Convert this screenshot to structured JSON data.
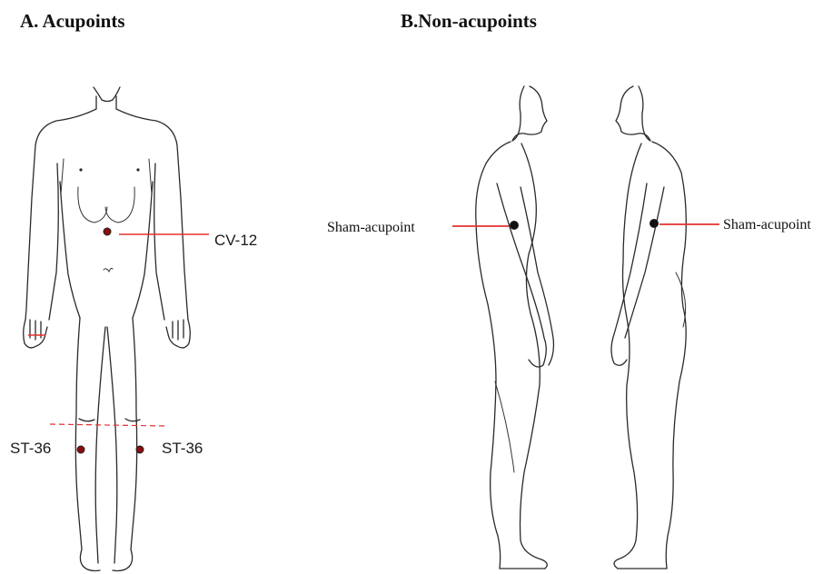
{
  "panels": {
    "a": {
      "title": "A. Acupoints",
      "labels": {
        "cv12": "CV-12",
        "st36_left": "ST-36",
        "st36_right": "ST-36"
      }
    },
    "b": {
      "title": "B.Non-acupoints",
      "labels": {
        "sham_left": "Sham-acupoint",
        "sham_right": "Sham-acupoint"
      }
    }
  },
  "colors": {
    "marker_fill": "#8b0d0d",
    "leader_line": "#e53030",
    "outline": "#2a2a2a"
  },
  "markers": [
    {
      "name": "CV-12",
      "kind": "acupoint"
    },
    {
      "name": "ST-36",
      "kind": "acupoint",
      "side": "left"
    },
    {
      "name": "ST-36",
      "kind": "acupoint",
      "side": "right"
    },
    {
      "name": "Sham-acupoint",
      "kind": "non-acupoint",
      "view": "side-facing-right"
    },
    {
      "name": "Sham-acupoint",
      "kind": "non-acupoint",
      "view": "side-facing-left"
    }
  ]
}
